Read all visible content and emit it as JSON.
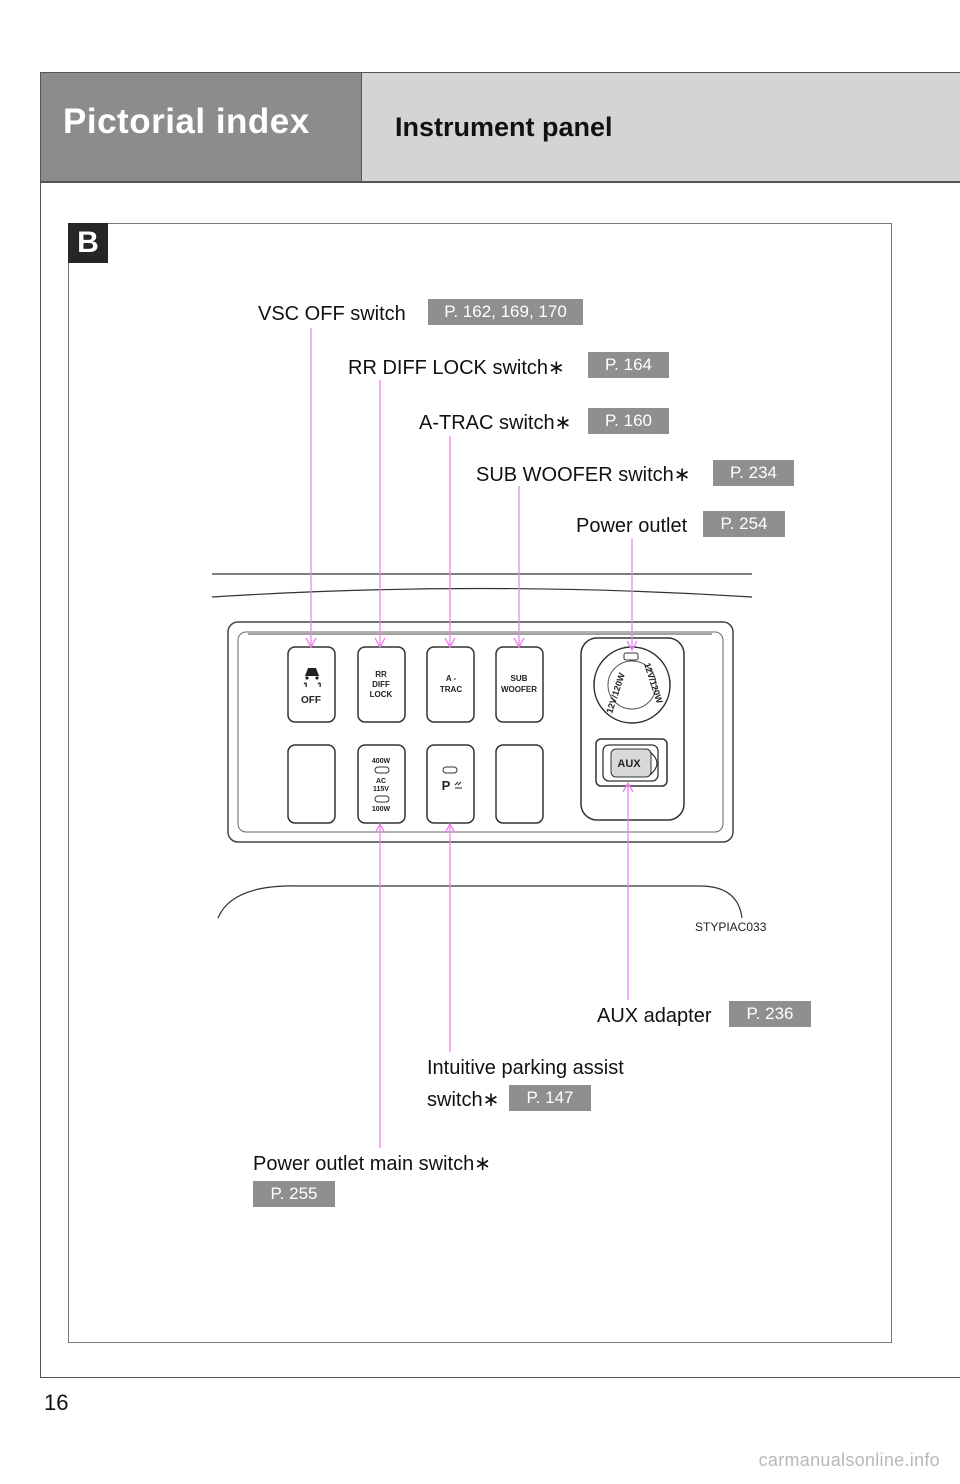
{
  "header": {
    "section_title": "Pictorial index",
    "subtitle": "Instrument panel"
  },
  "diagram": {
    "badge": "B",
    "image_code": "STYPIAC033",
    "callouts": [
      {
        "label": "VSC OFF switch",
        "ref": "P. 162, 169, 170"
      },
      {
        "label": "RR DIFF LOCK switch∗",
        "ref": "P. 164"
      },
      {
        "label": "A-TRAC switch∗",
        "ref": "P. 160"
      },
      {
        "label": "SUB WOOFER switch∗",
        "ref": "P. 234"
      },
      {
        "label": "Power outlet",
        "ref": "P. 254"
      },
      {
        "label": "AUX adapter",
        "ref": "P. 236"
      },
      {
        "label_line1": "Intuitive parking assist",
        "label_line2": "switch∗",
        "ref": "P. 147"
      },
      {
        "label": "Power outlet main switch∗",
        "ref": "P. 255"
      }
    ],
    "switch_faces": {
      "vsc": "OFF",
      "rr_diff": [
        "RR",
        "DIFF",
        "LOCK"
      ],
      "atrac": [
        "A -",
        "TRAC"
      ],
      "sub_woofer": [
        "SUB",
        "WOOFER"
      ],
      "power_main": [
        "400W",
        "AC",
        "115V",
        "100W"
      ],
      "parking": "P",
      "outlet_ring_left": "12V/120W",
      "outlet_ring_right": "12V/120W",
      "aux": "AUX"
    },
    "colors": {
      "leader_line": "#ee82ee",
      "page_ref_bg": "#8f8f8f",
      "header_left_bg": "#8c8c8c",
      "header_right_bg": "#d4d4d4"
    }
  },
  "footer": {
    "page_number": "16",
    "watermark": "carmanualsonline.info"
  }
}
